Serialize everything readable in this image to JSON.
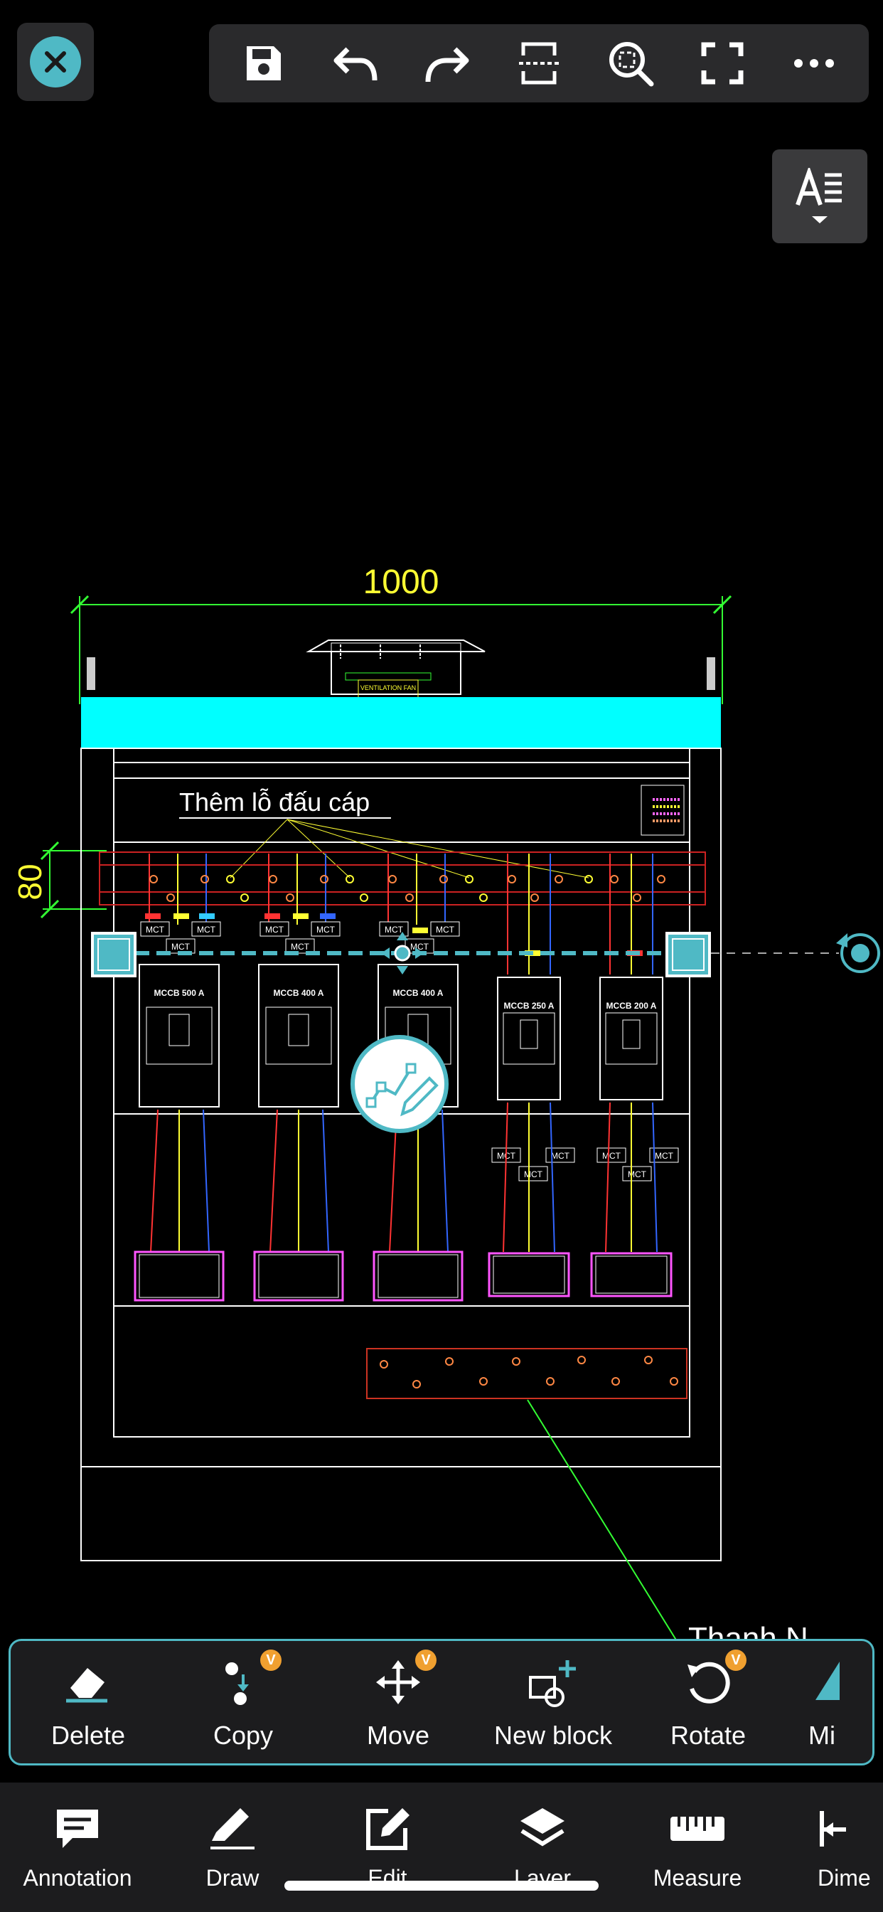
{
  "toolbar": {
    "icons": [
      "save-icon",
      "undo-icon",
      "redo-icon",
      "section-icon",
      "zoom-extents-icon",
      "fullscreen-icon",
      "more-icon"
    ]
  },
  "drawing": {
    "dim_width": "1000",
    "dim_height": "80",
    "note_label": "Thêm lỗ đấu cáp",
    "vent_label": "VENTILATION FAN",
    "breakers": [
      "MCCB 500 A",
      "MCCB 400 A",
      "MCCB 400 A",
      "MCCB 250 A",
      "MCCB 200 A"
    ],
    "mct_label": "MCT",
    "partial_text": "Thanh N",
    "colors": {
      "outline": "#ffffff",
      "cyan": "#00ffff",
      "dimension": "#ffff33",
      "dim_line": "#33ff33",
      "selection": "#4fb9c5"
    }
  },
  "ribbon": {
    "items": [
      {
        "label": "Delete",
        "icon": "eraser-icon",
        "badge": ""
      },
      {
        "label": "Copy",
        "icon": "copy-icon",
        "badge": "V"
      },
      {
        "label": "Move",
        "icon": "move-icon",
        "badge": "V"
      },
      {
        "label": "New block",
        "icon": "new-block-icon",
        "badge": ""
      },
      {
        "label": "Rotate",
        "icon": "rotate-icon",
        "badge": "V"
      },
      {
        "label": "Mi",
        "icon": "mirror-icon",
        "badge": ""
      }
    ]
  },
  "bottom_nav": {
    "items": [
      {
        "label": "Annotation",
        "icon": "annotation-icon"
      },
      {
        "label": "Draw",
        "icon": "draw-icon"
      },
      {
        "label": "Edit",
        "icon": "edit-icon"
      },
      {
        "label": "Layer",
        "icon": "layer-icon"
      },
      {
        "label": "Measure",
        "icon": "measure-icon"
      },
      {
        "label": "Dime",
        "icon": "dimension-icon"
      }
    ]
  }
}
